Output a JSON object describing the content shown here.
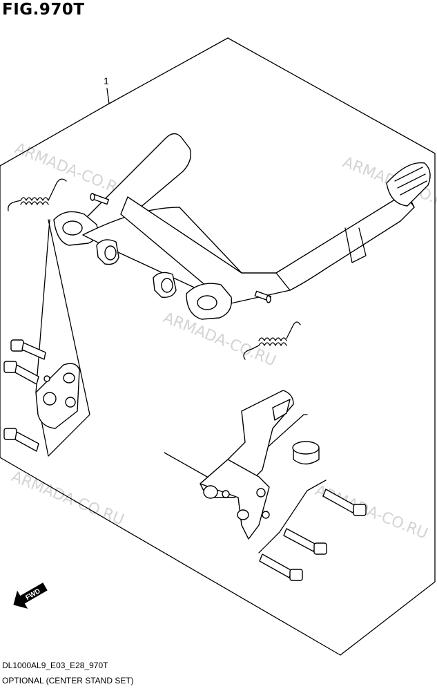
{
  "figure": {
    "title": "FIG.970T",
    "callout_number": "1",
    "fwd_label": "FWD"
  },
  "watermark": {
    "text": "ARMADA-CO.RU",
    "color": "#d4d4d4"
  },
  "footer": {
    "code": "DL1000AL9_E03_E28_970T",
    "caption": "OPTIONAL (CENTER STAND SET)"
  },
  "parts": [
    {
      "name": "center-stand-frame"
    },
    {
      "name": "return-spring-left"
    },
    {
      "name": "return-spring-right"
    },
    {
      "name": "pivot-bushing-left"
    },
    {
      "name": "pivot-bushing-right"
    },
    {
      "name": "pivot-bracket-left"
    },
    {
      "name": "pivot-bracket-right"
    },
    {
      "name": "bolt-left-upper"
    },
    {
      "name": "bolt-left-middle"
    },
    {
      "name": "bolt-left-lower"
    },
    {
      "name": "bolt-right-upper"
    },
    {
      "name": "bolt-right-middle"
    },
    {
      "name": "bolt-right-lower"
    },
    {
      "name": "rubber-damper"
    },
    {
      "name": "pivot-pin-left"
    },
    {
      "name": "pivot-pin-right"
    }
  ]
}
